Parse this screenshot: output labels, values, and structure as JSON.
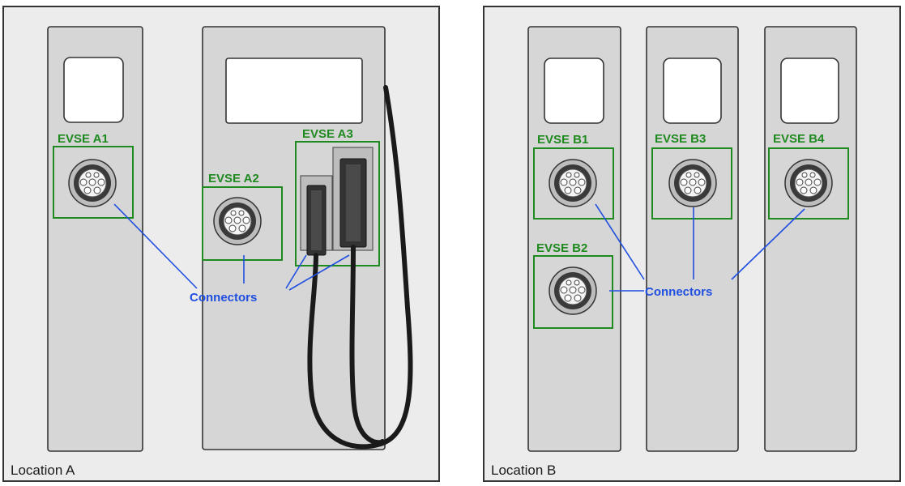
{
  "locations": [
    {
      "label": "Location A"
    },
    {
      "label": "Location B"
    }
  ],
  "evse": {
    "a1": "EVSE A1",
    "a2": "EVSE A2",
    "a3": "EVSE A3",
    "b1": "EVSE B1",
    "b2": "EVSE B2",
    "b3": "EVSE B3",
    "b4": "EVSE B4"
  },
  "connectors_label": "Connectors",
  "colors": {
    "evse": "#1f8a1f",
    "connector_lines": "#1f4fe0",
    "pillar": "#d6d6d6",
    "background": "#ececec"
  }
}
